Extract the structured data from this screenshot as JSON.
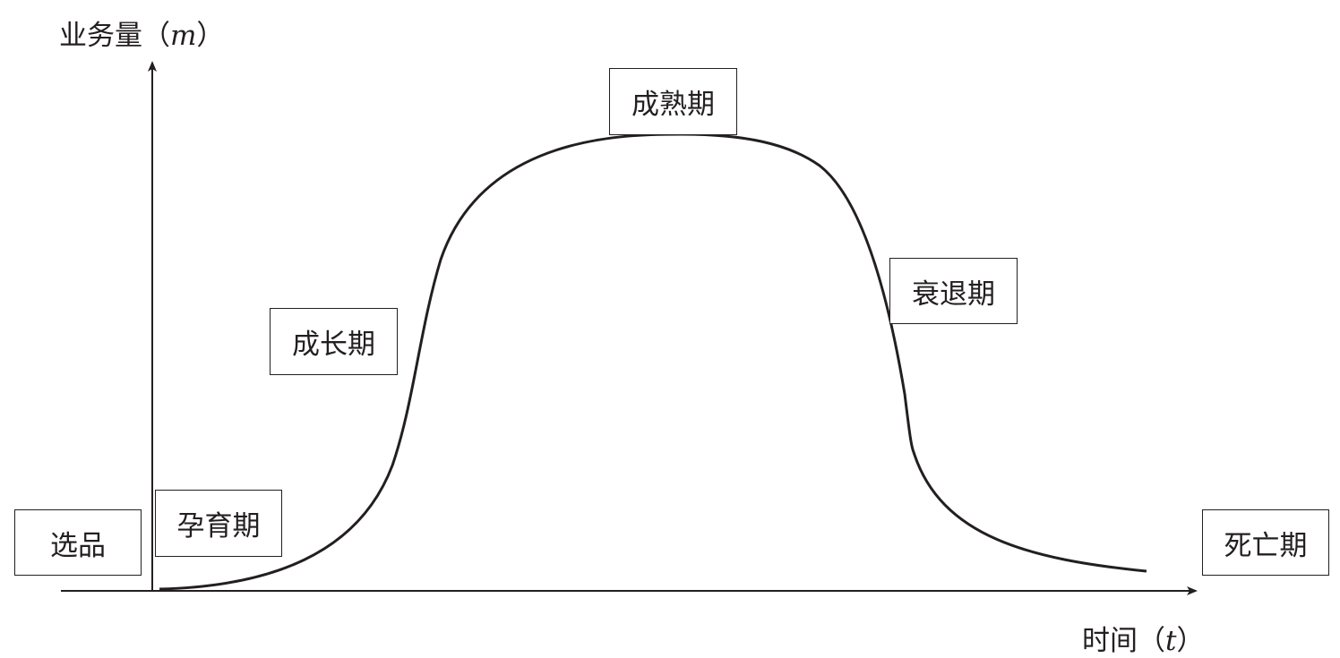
{
  "axes": {
    "y_label": "业务量（",
    "y_var": "m",
    "y_close": "）",
    "x_label": "时间（",
    "x_var": "t",
    "x_close": "）"
  },
  "stages": {
    "selection": "选品",
    "incubation": "孕育期",
    "growth": "成长期",
    "maturity": "成熟期",
    "decline": "衰退期",
    "death": "死亡期"
  },
  "colors": {
    "ink": "#231f20",
    "background": "#ffffff"
  }
}
